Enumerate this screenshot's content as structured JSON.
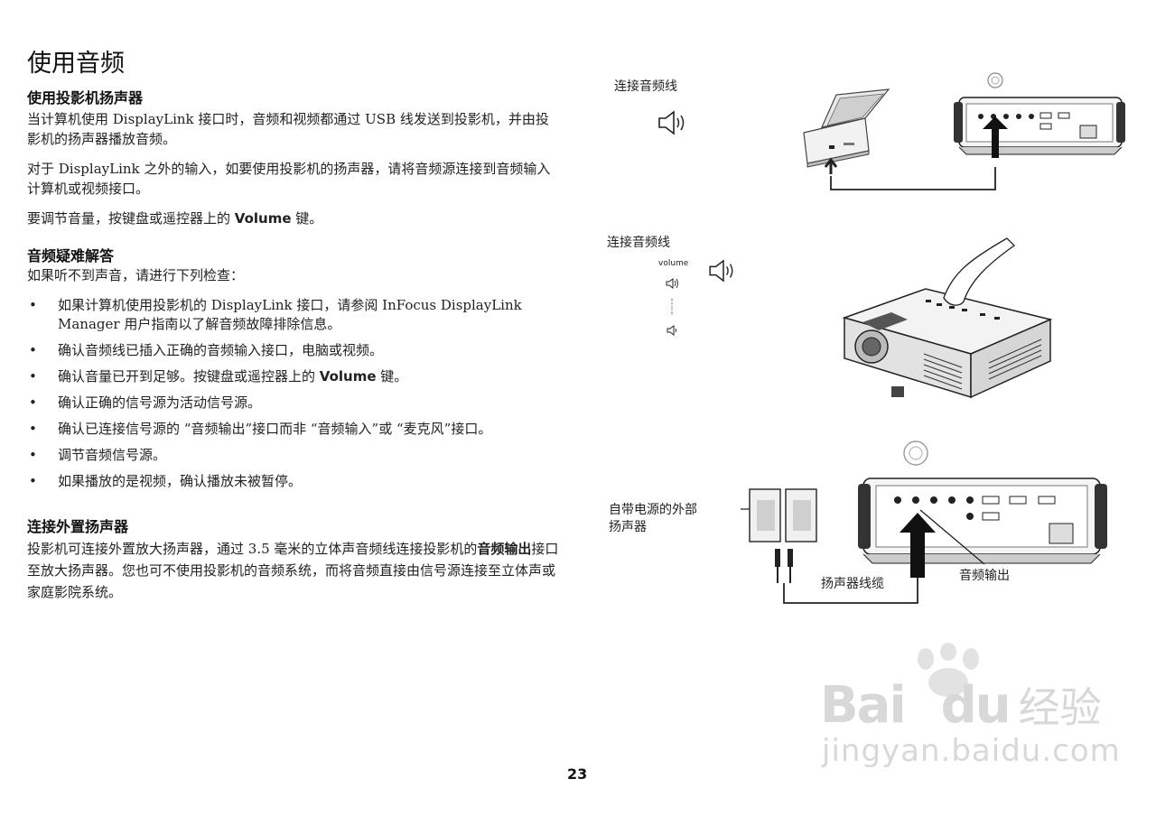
{
  "page": {
    "title": "使用音频",
    "page_number": "23"
  },
  "section_speakers": {
    "heading": "使用投影机扬声器",
    "p1": "当计算机使用 DisplayLink 接口时，音频和视频都通过 USB 线发送到投影机，并由投影机的扬声器播放音频。",
    "p2": "对于 DisplayLink 之外的输入，如要使用投影机的扬声器，请将音频源连接到音频输入计算机或视频接口。",
    "p3_pre": "要调节音量，按键盘或遥控器上的 ",
    "p3_kw": "Volume",
    "p3_post": " 键。"
  },
  "section_troubleshoot": {
    "heading": "音频疑难解答",
    "intro": "如果听不到声音，请进行下列检查：",
    "bullets": {
      "b1": "如果计算机使用投影机的 DisplayLink 接口，请参阅 InFocus DisplayLink Manager 用户指南以了解音频故障排除信息。",
      "b2": "确认音频线已插入正确的音频输入接口，电脑或视频。",
      "b3_pre": "确认音量已开到足够。按键盘或遥控器上的 ",
      "b3_kw": "Volume",
      "b3_post": " 键。",
      "b4": "确认正确的信号源为活动信号源。",
      "b5": "确认已连接信号源的 “音频输出”接口而非 “音频输入”或 “麦克风”接口。",
      "b6": "调节音频信号源。",
      "b7": "如果播放的是视频，确认播放未被暂停。"
    }
  },
  "section_external": {
    "heading": "连接外置扬声器",
    "p_pre": "投影机可连接外置放大扬声器，通过 3.5 毫米的立体声音频线连接投影机的",
    "p_kw": "音频输出",
    "p_post": "接口至放大扬声器。您也可不使用投影机的音频系统，而将音频直接由信号源连接至立体声或家庭影院系统。"
  },
  "figures": {
    "fig1_caption": "连接音频线",
    "fig2_caption": "连接音频线",
    "fig2_volume_label": "volume",
    "fig3_speaker_label_line1": "自带电源的外部",
    "fig3_speaker_label_line2": "扬声器",
    "fig3_cable_label": "扬声器线缆",
    "fig3_audio_out_label": "音频输出"
  },
  "watermark": {
    "brand_left": "Bai",
    "brand_right": "du",
    "brand_cn": "经验",
    "url": "jingyan.baidu.com"
  }
}
